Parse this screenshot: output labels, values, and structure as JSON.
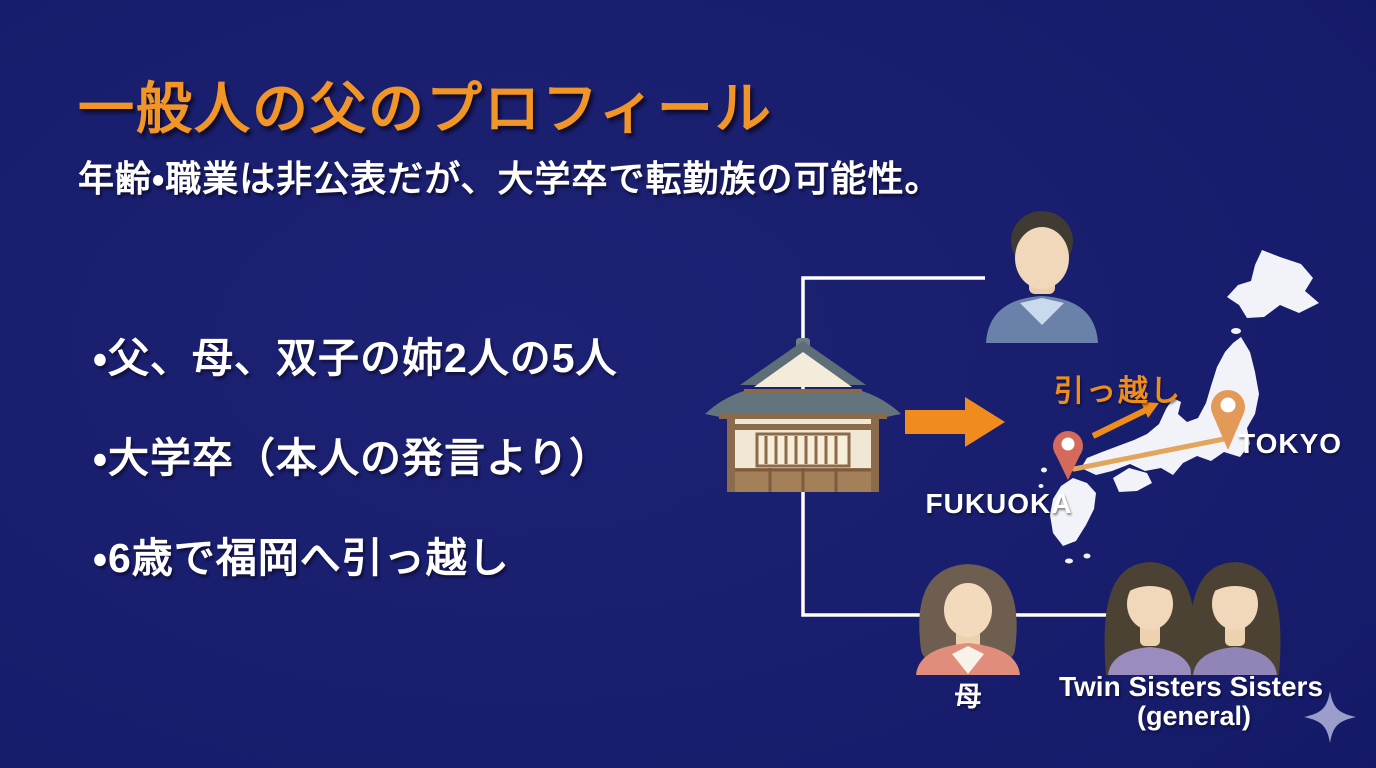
{
  "slide": {
    "title": "一般人の父のプロフィール",
    "subtitle": "年齢・職業は非公表だが、大学卒で転勤族の可能性。",
    "bullets": [
      "・父、母、双子の姉2人の5人",
      "・大学卒（本人の発言より）",
      "・6歳で福岡へ引っ越し"
    ],
    "diagram": {
      "relocation_label": "引っ越し",
      "origin_city": "FUKUOKA",
      "destination_city": "TOKYO",
      "mother_label": "母",
      "twins_label": "Twin Sisters Sisters",
      "twins_sublabel": "(general)",
      "icons": {
        "house": "traditional-japanese-house-icon",
        "father": "father-avatar-icon",
        "mother": "mother-avatar-icon",
        "twins": "twin-sisters-avatar-icons",
        "map": "japan-map-icon",
        "origin_pin": "fukuoka-map-pin-icon",
        "destination_pin": "tokyo-map-pin-icon",
        "big_arrow": "right-arrow-icon",
        "relocation_arrow": "relocation-arrow-icon",
        "connector": "family-tree-connector",
        "sparkle": "sparkle-icon"
      }
    },
    "colors": {
      "background": "#161b6a",
      "title_orange": "#f09526",
      "accent_orange": "#f08b1e",
      "relocation_orange": "#ee8d1c",
      "text_white": "#ffffff",
      "map_fill": "#f2f3f8",
      "fukuoka_pin": "#d5695b",
      "tokyo_pin": "#e39a59",
      "route_line": "#e3a55e",
      "sparkle": "#9b9dca"
    }
  }
}
